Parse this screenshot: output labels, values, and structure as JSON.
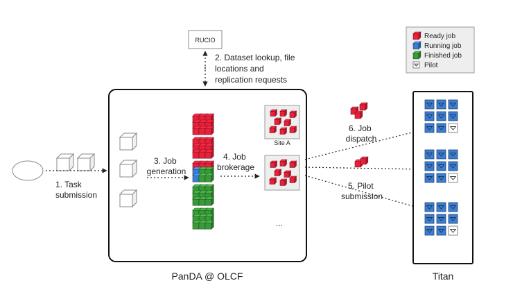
{
  "colors": {
    "ready": "#e8213a",
    "running": "#3d7dd0",
    "finished": "#3a9a3a",
    "pilot_fill": "#ffffff",
    "legend_bg": "#eeeeee",
    "site_bg": "#eeeeee"
  },
  "rucio": {
    "label": "RUCIO"
  },
  "labels": {
    "step1": [
      "1. Task",
      "submission"
    ],
    "step2": [
      "2. Dataset lookup, file",
      "locations and",
      "replication requests"
    ],
    "step3": [
      "3. Job",
      "generation"
    ],
    "step4": [
      "4. Job",
      "brokerage"
    ],
    "step5": [
      "5. Pilot",
      "submission"
    ],
    "step6": [
      "6. Job",
      "dispatch"
    ],
    "site_a": "Site A",
    "ellipsis": "...",
    "panda": "PanDA @ OLCF",
    "titan": "Titan"
  },
  "legend": [
    {
      "label": "Ready job",
      "kind": "ready"
    },
    {
      "label": "Running job",
      "kind": "running"
    },
    {
      "label": "Finished job",
      "kind": "finished"
    },
    {
      "label": "Pilot",
      "kind": "pilot"
    }
  ],
  "job_stacks": [
    "ready",
    "ready",
    "mixed",
    "finished",
    "finished"
  ],
  "titan_nodes": [
    [
      "running",
      "running",
      "running",
      "running",
      "running",
      "running",
      "running",
      "running",
      "pilot"
    ],
    [
      "running",
      "running",
      "running",
      "running",
      "running",
      "running",
      "running",
      "running",
      "pilot"
    ],
    [
      "running",
      "running",
      "running",
      "running",
      "running",
      "running",
      "running",
      "running",
      "pilot"
    ]
  ]
}
